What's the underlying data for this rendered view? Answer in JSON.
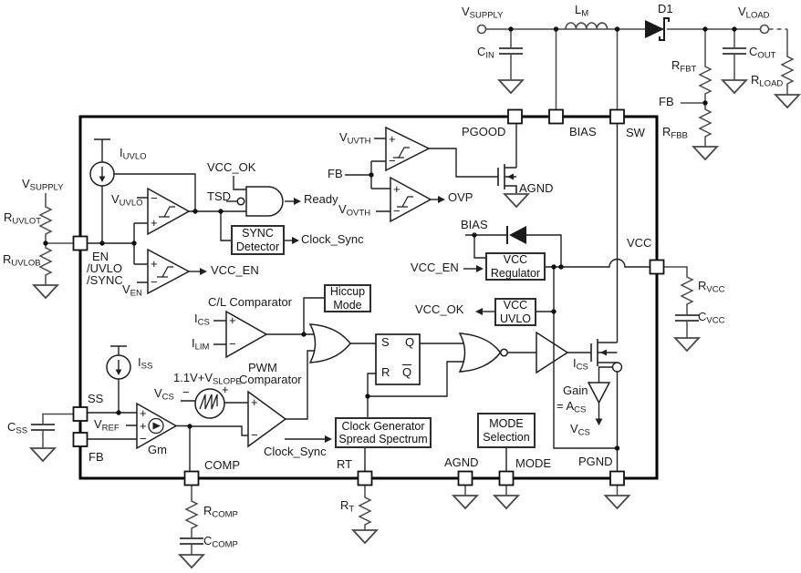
{
  "labels": {
    "v-supply-top": {
      "parts": [
        [
          "V"
        ],
        [
          "SUPPLY",
          "s"
        ]
      ]
    },
    "l-m": {
      "parts": [
        [
          "L"
        ],
        [
          "M",
          "s"
        ]
      ]
    },
    "d1": {
      "parts": [
        [
          "D1"
        ]
      ]
    },
    "v-load": {
      "parts": [
        [
          "V"
        ],
        [
          "LOAD",
          "s"
        ]
      ]
    },
    "c-in": {
      "parts": [
        [
          "C"
        ],
        [
          "IN",
          "s"
        ]
      ]
    },
    "c-out": {
      "parts": [
        [
          "C"
        ],
        [
          "OUT",
          "s"
        ]
      ]
    },
    "r-fbt": {
      "parts": [
        [
          "R"
        ],
        [
          "FBT",
          "s"
        ]
      ]
    },
    "fb-right": {
      "parts": [
        [
          "FB"
        ]
      ]
    },
    "r-fbb": {
      "parts": [
        [
          "R"
        ],
        [
          "FBB",
          "s"
        ]
      ]
    },
    "r-load": {
      "parts": [
        [
          "R"
        ],
        [
          "LOAD",
          "s"
        ]
      ]
    },
    "v-supply-left": {
      "parts": [
        [
          "V"
        ],
        [
          "SUPPLY",
          "s"
        ]
      ]
    },
    "r-uvlot": {
      "parts": [
        [
          "R"
        ],
        [
          "UVLOT",
          "s"
        ]
      ]
    },
    "r-uvlob": {
      "parts": [
        [
          "R"
        ],
        [
          "UVLOB",
          "s"
        ]
      ]
    },
    "en-pin": {
      "parts": [
        [
          "EN"
        ]
      ]
    },
    "uvlo-pin": {
      "parts": [
        [
          "/UVLO"
        ]
      ]
    },
    "sync-pin": {
      "parts": [
        [
          "/SYNC"
        ]
      ]
    },
    "i-uvlo": {
      "parts": [
        [
          "I"
        ],
        [
          "UVLO",
          "s"
        ]
      ]
    },
    "v-uvlo": {
      "parts": [
        [
          "V"
        ],
        [
          "UVLO",
          "s"
        ]
      ]
    },
    "v-en": {
      "parts": [
        [
          "V"
        ],
        [
          "EN",
          "s"
        ]
      ]
    },
    "vcc-en-out": {
      "parts": [
        [
          "VCC_EN"
        ]
      ]
    },
    "vcc-ok-top": {
      "parts": [
        [
          "VCC_OK"
        ]
      ]
    },
    "tsd": {
      "parts": [
        [
          "TSD"
        ]
      ]
    },
    "ready": {
      "parts": [
        [
          "Ready"
        ]
      ]
    },
    "clock-sync-out": {
      "parts": [
        [
          "Clock_Sync"
        ]
      ]
    },
    "v-uvth": {
      "parts": [
        [
          "V"
        ],
        [
          "UVTH",
          "s"
        ]
      ]
    },
    "fb-mid": {
      "parts": [
        [
          "FB"
        ]
      ]
    },
    "v-ovth": {
      "parts": [
        [
          "V"
        ],
        [
          "OVTH",
          "s"
        ]
      ]
    },
    "ovp": {
      "parts": [
        [
          "OVP"
        ]
      ]
    },
    "pgood-pin": {
      "parts": [
        [
          "PGOOD"
        ]
      ]
    },
    "agnd-top": {
      "parts": [
        [
          "AGND"
        ]
      ]
    },
    "bias-pin": {
      "parts": [
        [
          "BIAS"
        ]
      ]
    },
    "sw-pin": {
      "parts": [
        [
          "SW"
        ]
      ]
    },
    "bias-net": {
      "parts": [
        [
          "BIAS"
        ]
      ]
    },
    "vcc-en-in": {
      "parts": [
        [
          "VCC_EN"
        ]
      ]
    },
    "vcc-pin": {
      "parts": [
        [
          "VCC"
        ]
      ]
    },
    "vcc-ok-out": {
      "parts": [
        [
          "VCC_OK"
        ]
      ]
    },
    "r-vcc": {
      "parts": [
        [
          "R"
        ],
        [
          "VCC",
          "s"
        ]
      ]
    },
    "c-vcc": {
      "parts": [
        [
          "C"
        ],
        [
          "VCC",
          "s"
        ]
      ]
    },
    "cl-comparator": {
      "parts": [
        [
          "C/L Comparator"
        ]
      ]
    },
    "i-cs-left": {
      "parts": [
        [
          "I"
        ],
        [
          "CS",
          "s"
        ]
      ]
    },
    "i-lim": {
      "parts": [
        [
          "I"
        ],
        [
          "LIM",
          "s"
        ]
      ]
    },
    "pwm-1": {
      "parts": [
        [
          "PWM"
        ]
      ]
    },
    "pwm-2": {
      "parts": [
        [
          "Comparator"
        ]
      ]
    },
    "slope": {
      "parts": [
        [
          "1.1V+V"
        ],
        [
          "SLOPE",
          "s"
        ]
      ]
    },
    "v-cs-sum": {
      "parts": [
        [
          "V"
        ],
        [
          "CS",
          "s"
        ]
      ]
    },
    "gm": {
      "parts": [
        [
          "Gm"
        ]
      ]
    },
    "v-ref": {
      "parts": [
        [
          "V"
        ],
        [
          "REF",
          "s"
        ]
      ]
    },
    "i-ss": {
      "parts": [
        [
          "I"
        ],
        [
          "SS",
          "s"
        ]
      ]
    },
    "ss-pin": {
      "parts": [
        [
          "SS"
        ]
      ]
    },
    "fb-pin": {
      "parts": [
        [
          "FB"
        ]
      ]
    },
    "comp-pin": {
      "parts": [
        [
          "COMP"
        ]
      ]
    },
    "c-ss": {
      "parts": [
        [
          "C"
        ],
        [
          "SS",
          "s"
        ]
      ]
    },
    "clock-sync-in": {
      "parts": [
        [
          "Clock_Sync"
        ]
      ]
    },
    "rt-pin": {
      "parts": [
        [
          "RT"
        ]
      ]
    },
    "r-t": {
      "parts": [
        [
          "R"
        ],
        [
          "T",
          "s"
        ]
      ]
    },
    "agnd-pin": {
      "parts": [
        [
          "AGND"
        ]
      ]
    },
    "mode-pin": {
      "parts": [
        [
          "MODE"
        ]
      ]
    },
    "pgnd-pin": {
      "parts": [
        [
          "PGND"
        ]
      ]
    },
    "r-comp": {
      "parts": [
        [
          "R"
        ],
        [
          "COMP",
          "s"
        ]
      ]
    },
    "c-comp": {
      "parts": [
        [
          "C"
        ],
        [
          "COMP",
          "s"
        ]
      ]
    },
    "i-cs-right": {
      "parts": [
        [
          "I"
        ],
        [
          "CS",
          "s"
        ]
      ]
    },
    "gain": {
      "parts": [
        [
          "Gain"
        ]
      ]
    },
    "a-cs": {
      "parts": [
        [
          "= A"
        ],
        [
          "CS",
          "s"
        ]
      ]
    },
    "v-cs-out": {
      "parts": [
        [
          "V"
        ],
        [
          "CS",
          "s"
        ]
      ]
    }
  },
  "blocks": {
    "sync-detector": {
      "lines": [
        "SYNC",
        "Detector"
      ]
    },
    "hiccup-mode": {
      "lines": [
        "Hiccup",
        "Mode"
      ]
    },
    "vcc-regulator": {
      "lines": [
        "VCC",
        "Regulator"
      ]
    },
    "vcc-uvlo": {
      "lines": [
        "VCC",
        "UVLO"
      ]
    },
    "clock-generator": {
      "lines": [
        "Clock Generator",
        "Spread Spectrum"
      ]
    },
    "mode-selection": {
      "lines": [
        "MODE",
        "Selection"
      ]
    }
  },
  "latch": {
    "s": "S",
    "q": "Q",
    "r": "R",
    "qbar": "Q"
  },
  "signs": {
    "vuvlo-minus": "−",
    "vuvlo-plus": "+",
    "ven-plus": "+",
    "ven-minus": "−",
    "uvth-plus": "+",
    "uvth-minus": "−",
    "ovth-plus": "+",
    "ovth-minus": "−",
    "cl-plus": "+",
    "cl-minus": "−",
    "pwm-plus": "+",
    "pwm-minus": "−",
    "gm-plus1": "+",
    "gm-plus2": "+",
    "gm-minus": "−",
    "sum-minus": "−",
    "sum-plus": "+"
  },
  "colors": {
    "inner_wire": "#1f1f1f",
    "outer_wire": "#4a4a4a",
    "ic_border": "#000000",
    "block_border": "#2e2e2e"
  }
}
